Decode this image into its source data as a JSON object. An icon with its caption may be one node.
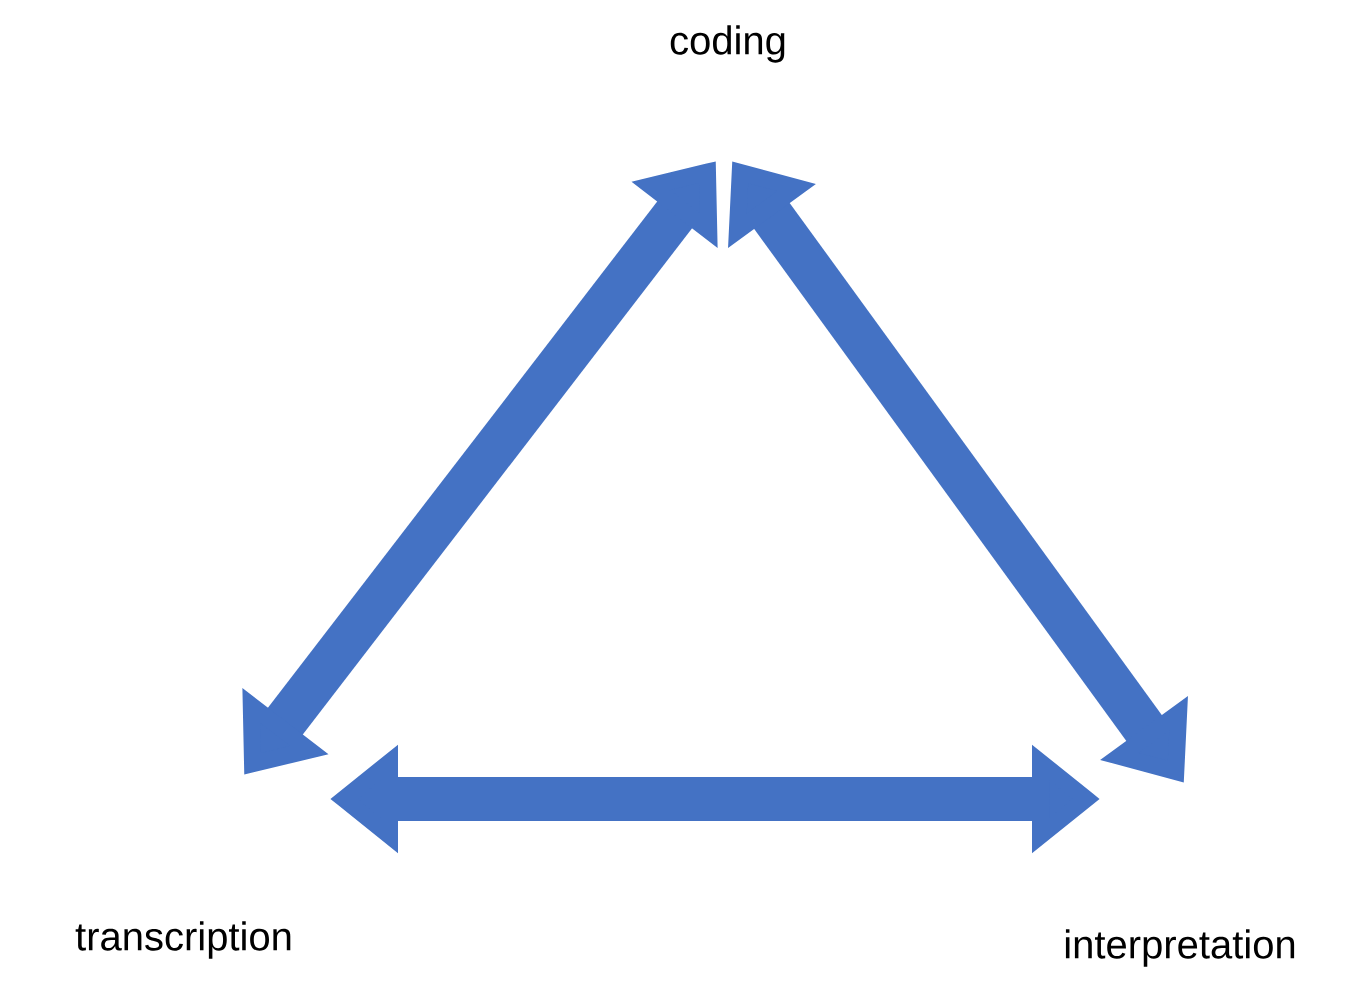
{
  "diagram": {
    "nodes": [
      {
        "text": [
          "coding"
        ]
      },
      {
        "text": [
          "transcription"
        ]
      },
      {
        "text": [
          "interpretation"
        ]
      }
    ],
    "edges": [
      {
        "from": 0,
        "to": 1,
        "arrow": "both"
      },
      {
        "from": 0,
        "to": 2,
        "arrow": "both"
      },
      {
        "from": 1,
        "to": 2,
        "arrow": "both"
      }
    ]
  }
}
